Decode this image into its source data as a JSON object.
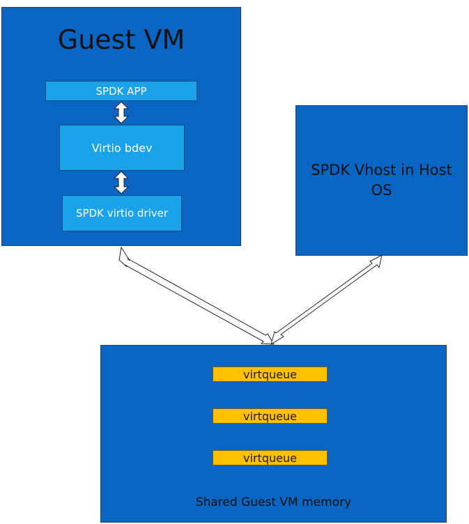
{
  "guest_vm": {
    "title": "Guest VM",
    "spdk_app": "SPDK APP",
    "virtio_bdev": "Virtio bdev",
    "virtio_driver": "SPDK virtio driver"
  },
  "host": {
    "label_line1": "SPDK Vhost in Host",
    "label_line2": "OS"
  },
  "shared_memory": {
    "label": "Shared Guest VM memory",
    "queues": [
      "virtqueue",
      "virtqueue",
      "virtqueue"
    ]
  },
  "colors": {
    "box_fill": "#0a66c2",
    "inner_fill": "#1aa3e8",
    "queue_fill": "#ffc000",
    "arrow_fill": "#ffffff"
  }
}
